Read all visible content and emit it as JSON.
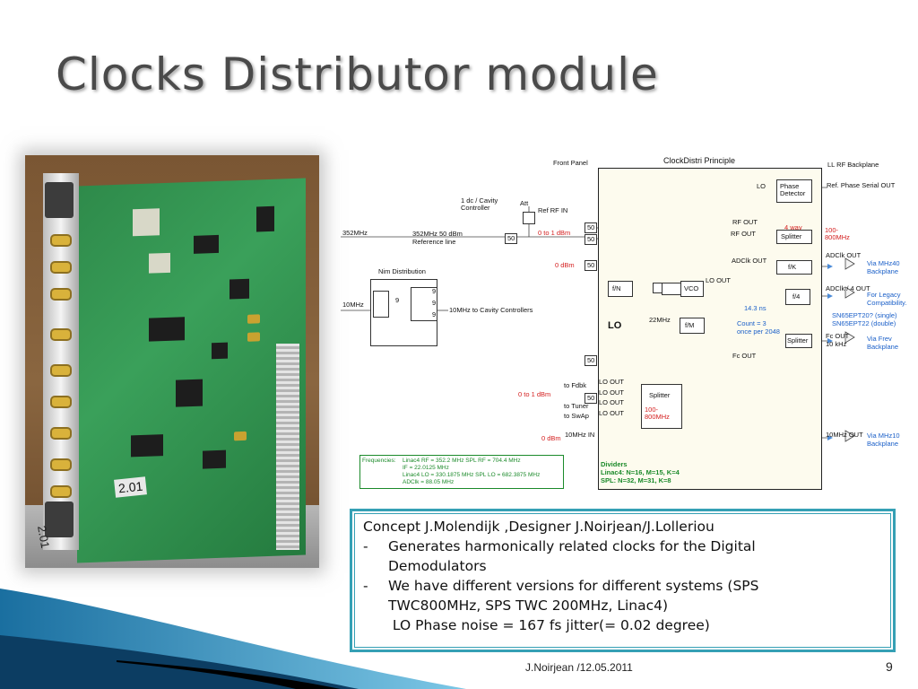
{
  "slide": {
    "title": "Clocks Distributor module",
    "footer": "J.Noirjean  /12.05.2011",
    "page_number": "9"
  },
  "photo": {
    "board_label": "2.01",
    "panel_label": "2.01"
  },
  "diagram": {
    "title": "ClockDistri Principle",
    "front_panel": "Front Panel",
    "ll_rf_backplane": "LL RF Backplane",
    "lo": "LO",
    "phase_detector": "Phase Detector",
    "ref_phase_serial_out": "Ref. Phase Serial OUT",
    "dc_cavity_controller": "1 dc / Cavity Controller",
    "att": "Att",
    "ref_rf_in": "Ref RF IN",
    "rf_out_1": "RF OUT",
    "rf_out_2": "RF OUT",
    "four_way": "4 way",
    "splitter": "Splitter",
    "freq_100_800": "100-800MHz",
    "in_352": "352MHz",
    "ref_352": "352MHz 50 dBm",
    "reference_line": "Reference line",
    "zero_to_1_dbm": "0 to 1 dBm",
    "fifty": "50",
    "adclk_out": "ADClk OUT",
    "adclk_out_right": "ADClk OUT",
    "via_mhz40": "Via MHz40",
    "backplane": "Backplane",
    "nim_distribution": "Nim Distribution",
    "zero_dbm": "0 dBm",
    "f_k": "f/K",
    "adclk_4_out": "ADClk / 4  OUT",
    "f_n": "f/N",
    "vco": "VCO",
    "lo_out": "LO OUT",
    "f_4": "f/4",
    "for_legacy": "For Legacy",
    "compatibility": "Compatibility.",
    "in_10mhz": "10MHz",
    "nine": "9",
    "to_cavity": "10MHz to Cavity Controllers",
    "ns_14_3": "14.3 ns",
    "sn65_single": "SN65EPT20? (single)",
    "sn65_double": "SN65EPT22 (double)",
    "lo_big": "LO",
    "mhz_22": "22MHz",
    "f_m": "f/M",
    "count_3": "Count = 3",
    "once_per_2048": "once per 2048",
    "fc_out_right": "Fc OUT",
    "khz_10": "10 kHz",
    "via_frev": "Via Frev",
    "fc_out": "Fc OUT",
    "to_fdbk": "to Fdbk",
    "to_tuner": "to Tuner",
    "to_swap": "to SwAp",
    "mhz10_in": "10MHz IN",
    "mhz10_out": "10MHz OUT",
    "via_mhz10": "Via MHz10",
    "dividers_title": "Dividers",
    "dividers_linac4": "Linac4: N=16, M=15, K=4",
    "dividers_spl": "SPL:     N=32, M=31, K=8",
    "frequencies_label": "Frequencies:",
    "freq_line1": "Linac4 RF = 352.2   MHz SPL RF = 704.4   MHz",
    "freq_line2": "IF              = 22.0125   MHz",
    "freq_line3": "Linac4 LO = 330.1875 MHz    SPL LO = 682.3875 MHz",
    "freq_line4": "ADClk        = 88.05       MHz"
  },
  "notes": {
    "line1": "Concept J.Molendijk ,Designer J.Noirjean/J.Lolleriou",
    "bullet1_dash": "-",
    "bullet1_a": "Generates harmonically related clocks for the Digital",
    "bullet1_b": "Demodulators",
    "bullet2_dash": "-",
    "bullet2_a": "We have different versions for different systems (SPS",
    "bullet2_b": "TWC800MHz, SPS TWC 200MHz, Linac4)",
    "line_last": " LO Phase noise = 167 fs jitter(= 0.02 degree)"
  },
  "colors": {
    "accent": "#35a0b5",
    "title": "#4a4a4a"
  }
}
